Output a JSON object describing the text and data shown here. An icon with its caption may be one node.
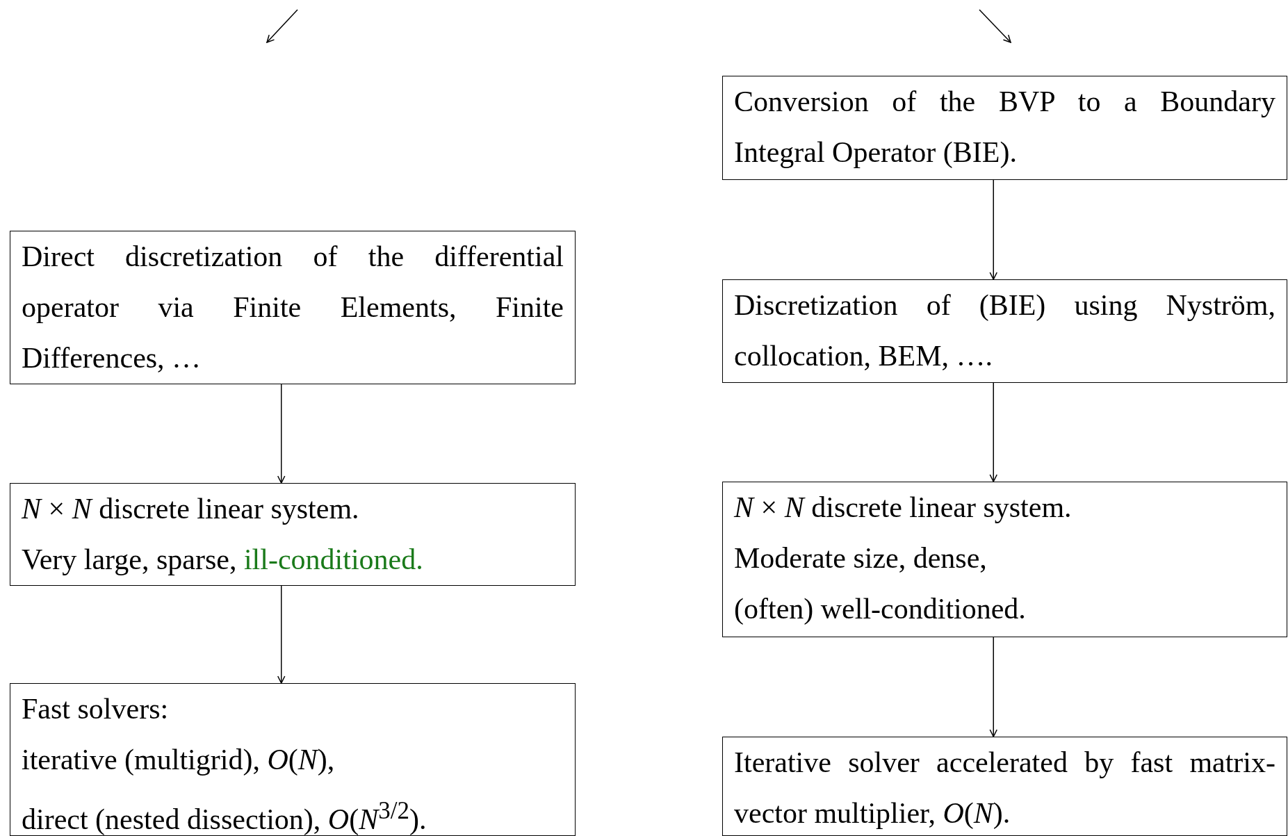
{
  "diagram": {
    "nodes": [
      {
        "text": [
          "Conversion of the BVP to a Boundary Integral Operator (BIE)."
        ]
      },
      {
        "text": [
          "Direct discretization of the differential operator via Finite Elements, Finite Differences, …"
        ]
      },
      {
        "text": [
          "Discretization of (BIE) using Nyström, collocation, BEM, …."
        ]
      },
      {
        "text": [
          "*N* × *N* discrete linear system.",
          "Very large, sparse,",
          "ill-conditioned."
        ]
      },
      {
        "text": [
          "*N* × *N* discrete linear system.",
          "Moderate size, dense,",
          "(often) well-conditioned."
        ]
      },
      {
        "text": [
          "Fast solvers:",
          "iterative (multigrid), *O*(*N*),",
          "direct (nested dissection), *O*(*N*$^{3/2}$)."
        ]
      },
      {
        "text": [
          "Iterative solver accelerated by fast matrix-vector multiplier, *O*(*N*)."
        ]
      }
    ],
    "edges": [
      {
        "from": 0,
        "to": 2,
        "arrow": "to"
      },
      {
        "from": 2,
        "to": 4,
        "arrow": "to"
      },
      {
        "from": 4,
        "to": 6,
        "arrow": "to"
      },
      {
        "from": 1,
        "to": 3,
        "arrow": "to"
      },
      {
        "from": 3,
        "to": 5,
        "arrow": "to"
      }
    ]
  }
}
